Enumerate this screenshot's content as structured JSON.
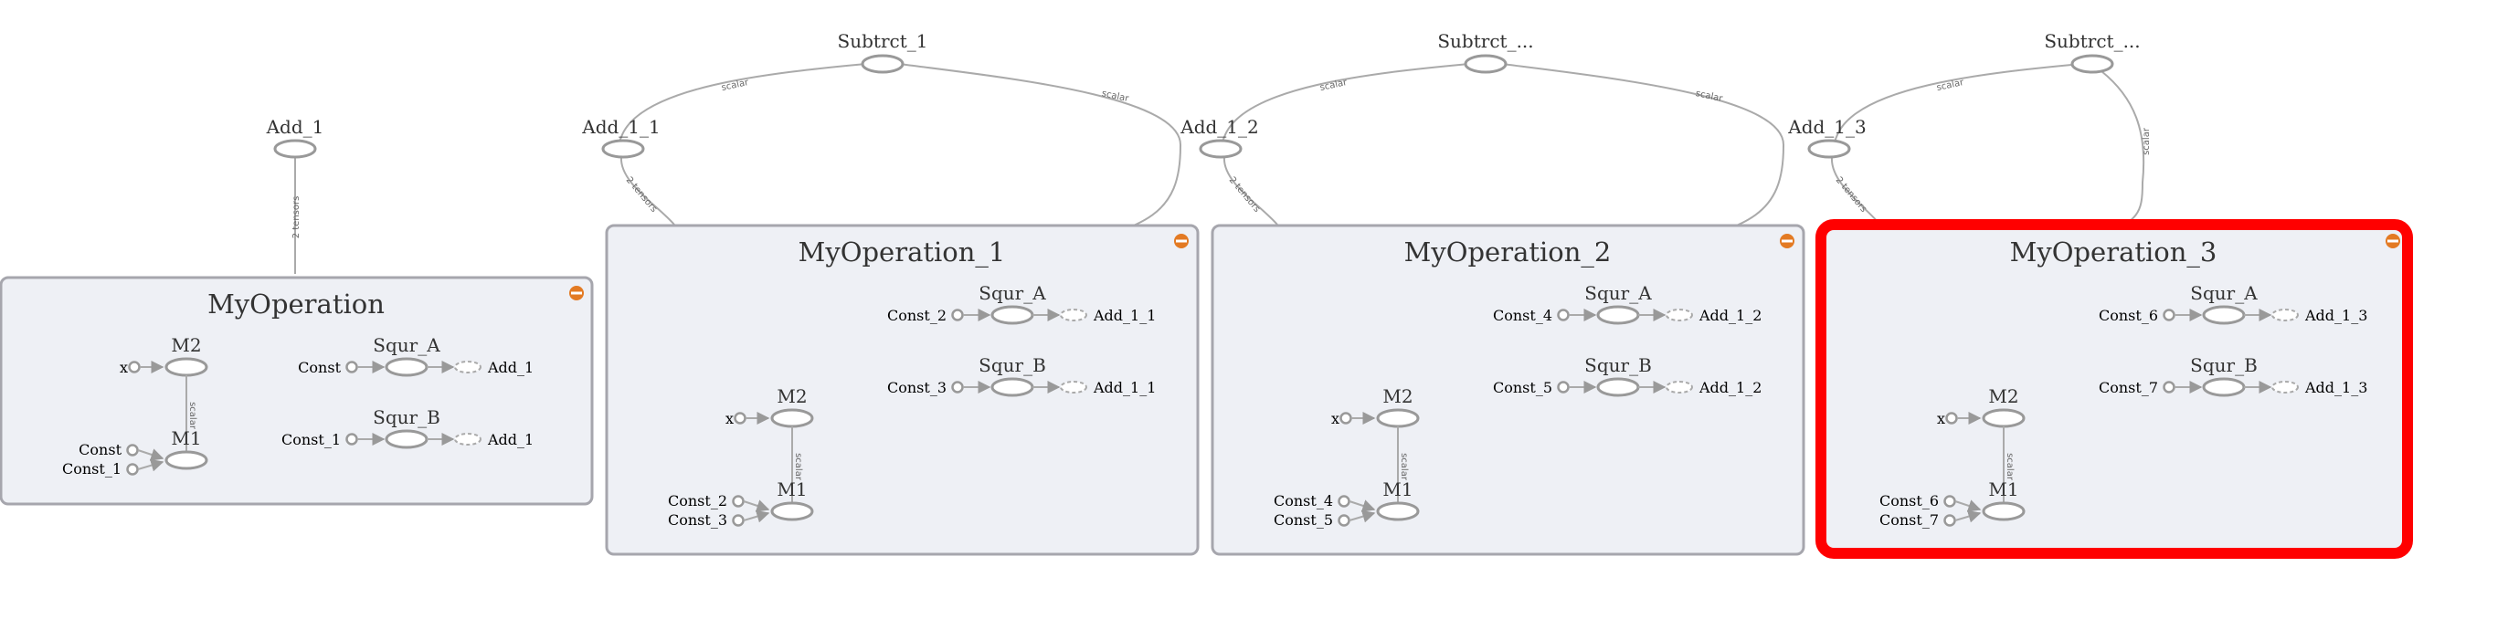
{
  "colors": {
    "selection": "#ff0000",
    "collapse_button": "#e37a23",
    "group_fill": "#eef0f5",
    "edge": "#aaaaaa"
  },
  "top_nodes": {
    "subtrct_1": "Subtrct_1",
    "subtrct_2": "Subtrct_...",
    "subtrct_3": "Subtrct_..."
  },
  "add_nodes": {
    "add_1": "Add_1",
    "add_1_1": "Add_1_1",
    "add_1_2": "Add_1_2",
    "add_1_3": "Add_1_3"
  },
  "edge_labels": {
    "scalar": "scalar",
    "tensors": "2 tensors"
  },
  "groups": [
    {
      "title": "MyOperation",
      "m2": "M2",
      "m1": "M1",
      "x": "x",
      "m1_in_a": "Const",
      "m1_in_b": "Const_1",
      "squr_a": "Squr_A",
      "squr_b": "Squr_B",
      "squr_a_in": "Const",
      "squr_b_in": "Const_1",
      "squr_a_out": "Add_1",
      "squr_b_out": "Add_1",
      "selected": false
    },
    {
      "title": "MyOperation_1",
      "m2": "M2",
      "m1": "M1",
      "x": "x",
      "m1_in_a": "Const_2",
      "m1_in_b": "Const_3",
      "squr_a": "Squr_A",
      "squr_b": "Squr_B",
      "squr_a_in": "Const_2",
      "squr_b_in": "Const_3",
      "squr_a_out": "Add_1_1",
      "squr_b_out": "Add_1_1",
      "selected": false
    },
    {
      "title": "MyOperation_2",
      "m2": "M2",
      "m1": "M1",
      "x": "x",
      "m1_in_a": "Const_4",
      "m1_in_b": "Const_5",
      "squr_a": "Squr_A",
      "squr_b": "Squr_B",
      "squr_a_in": "Const_4",
      "squr_b_in": "Const_5",
      "squr_a_out": "Add_1_2",
      "squr_b_out": "Add_1_2",
      "selected": false
    },
    {
      "title": "MyOperation_3",
      "m2": "M2",
      "m1": "M1",
      "x": "x",
      "m1_in_a": "Const_6",
      "m1_in_b": "Const_7",
      "squr_a": "Squr_A",
      "squr_b": "Squr_B",
      "squr_a_in": "Const_6",
      "squr_b_in": "Const_7",
      "squr_a_out": "Add_1_3",
      "squr_b_out": "Add_1_3",
      "selected": true
    }
  ]
}
